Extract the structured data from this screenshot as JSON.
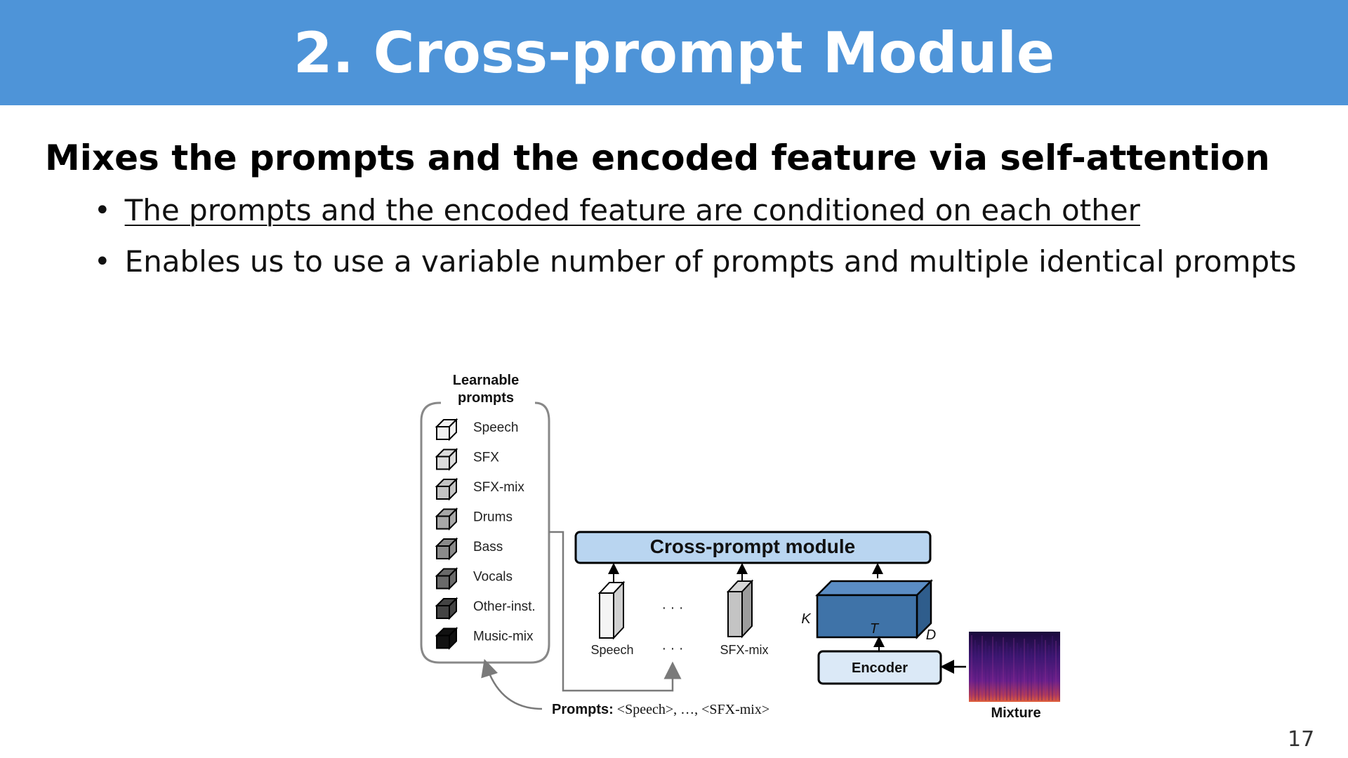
{
  "slide": {
    "title": "2. Cross-prompt Module",
    "headline": "Mixes the prompts and the encoded feature via self-attention",
    "bullets": [
      "The prompts and the encoded feature are conditioned on each other",
      "Enables us to use a variable number of prompts and multiple identical prompts"
    ],
    "page_number": "17"
  },
  "diagram": {
    "learnable_prompts_title_line1": "Learnable",
    "learnable_prompts_title_line2": "prompts",
    "prompt_items": [
      {
        "label": "Speech",
        "color": "#f2f2f2"
      },
      {
        "label": "SFX",
        "color": "#dcdcdc"
      },
      {
        "label": "SFX-mix",
        "color": "#c4c4c4"
      },
      {
        "label": "Drums",
        "color": "#a8a8a8"
      },
      {
        "label": "Bass",
        "color": "#8a8a8a"
      },
      {
        "label": "Vocals",
        "color": "#6a6a6a"
      },
      {
        "label": "Other-inst.",
        "color": "#444444"
      },
      {
        "label": "Music-mix",
        "color": "#111111"
      }
    ],
    "cross_prompt_label": "Cross-prompt module",
    "prompt_token_speech": "Speech",
    "prompt_token_sfxmix": "SFX-mix",
    "ellipsis": "· · ·",
    "encoder_label": "Encoder",
    "dim_k": "K",
    "dim_t": "T",
    "dim_d": "D",
    "mixture_label": "Mixture",
    "prompts_caption_bold": "Prompts:",
    "prompts_caption_rest": " <Speech>, …, <SFX-mix>",
    "colors": {
      "module_fill": "#b9d5f0",
      "feature_front": "#3f73a8",
      "feature_top": "#5b8dc4",
      "feature_side": "#2f5d8c",
      "encoder_fill": "#dbe9f7"
    }
  }
}
